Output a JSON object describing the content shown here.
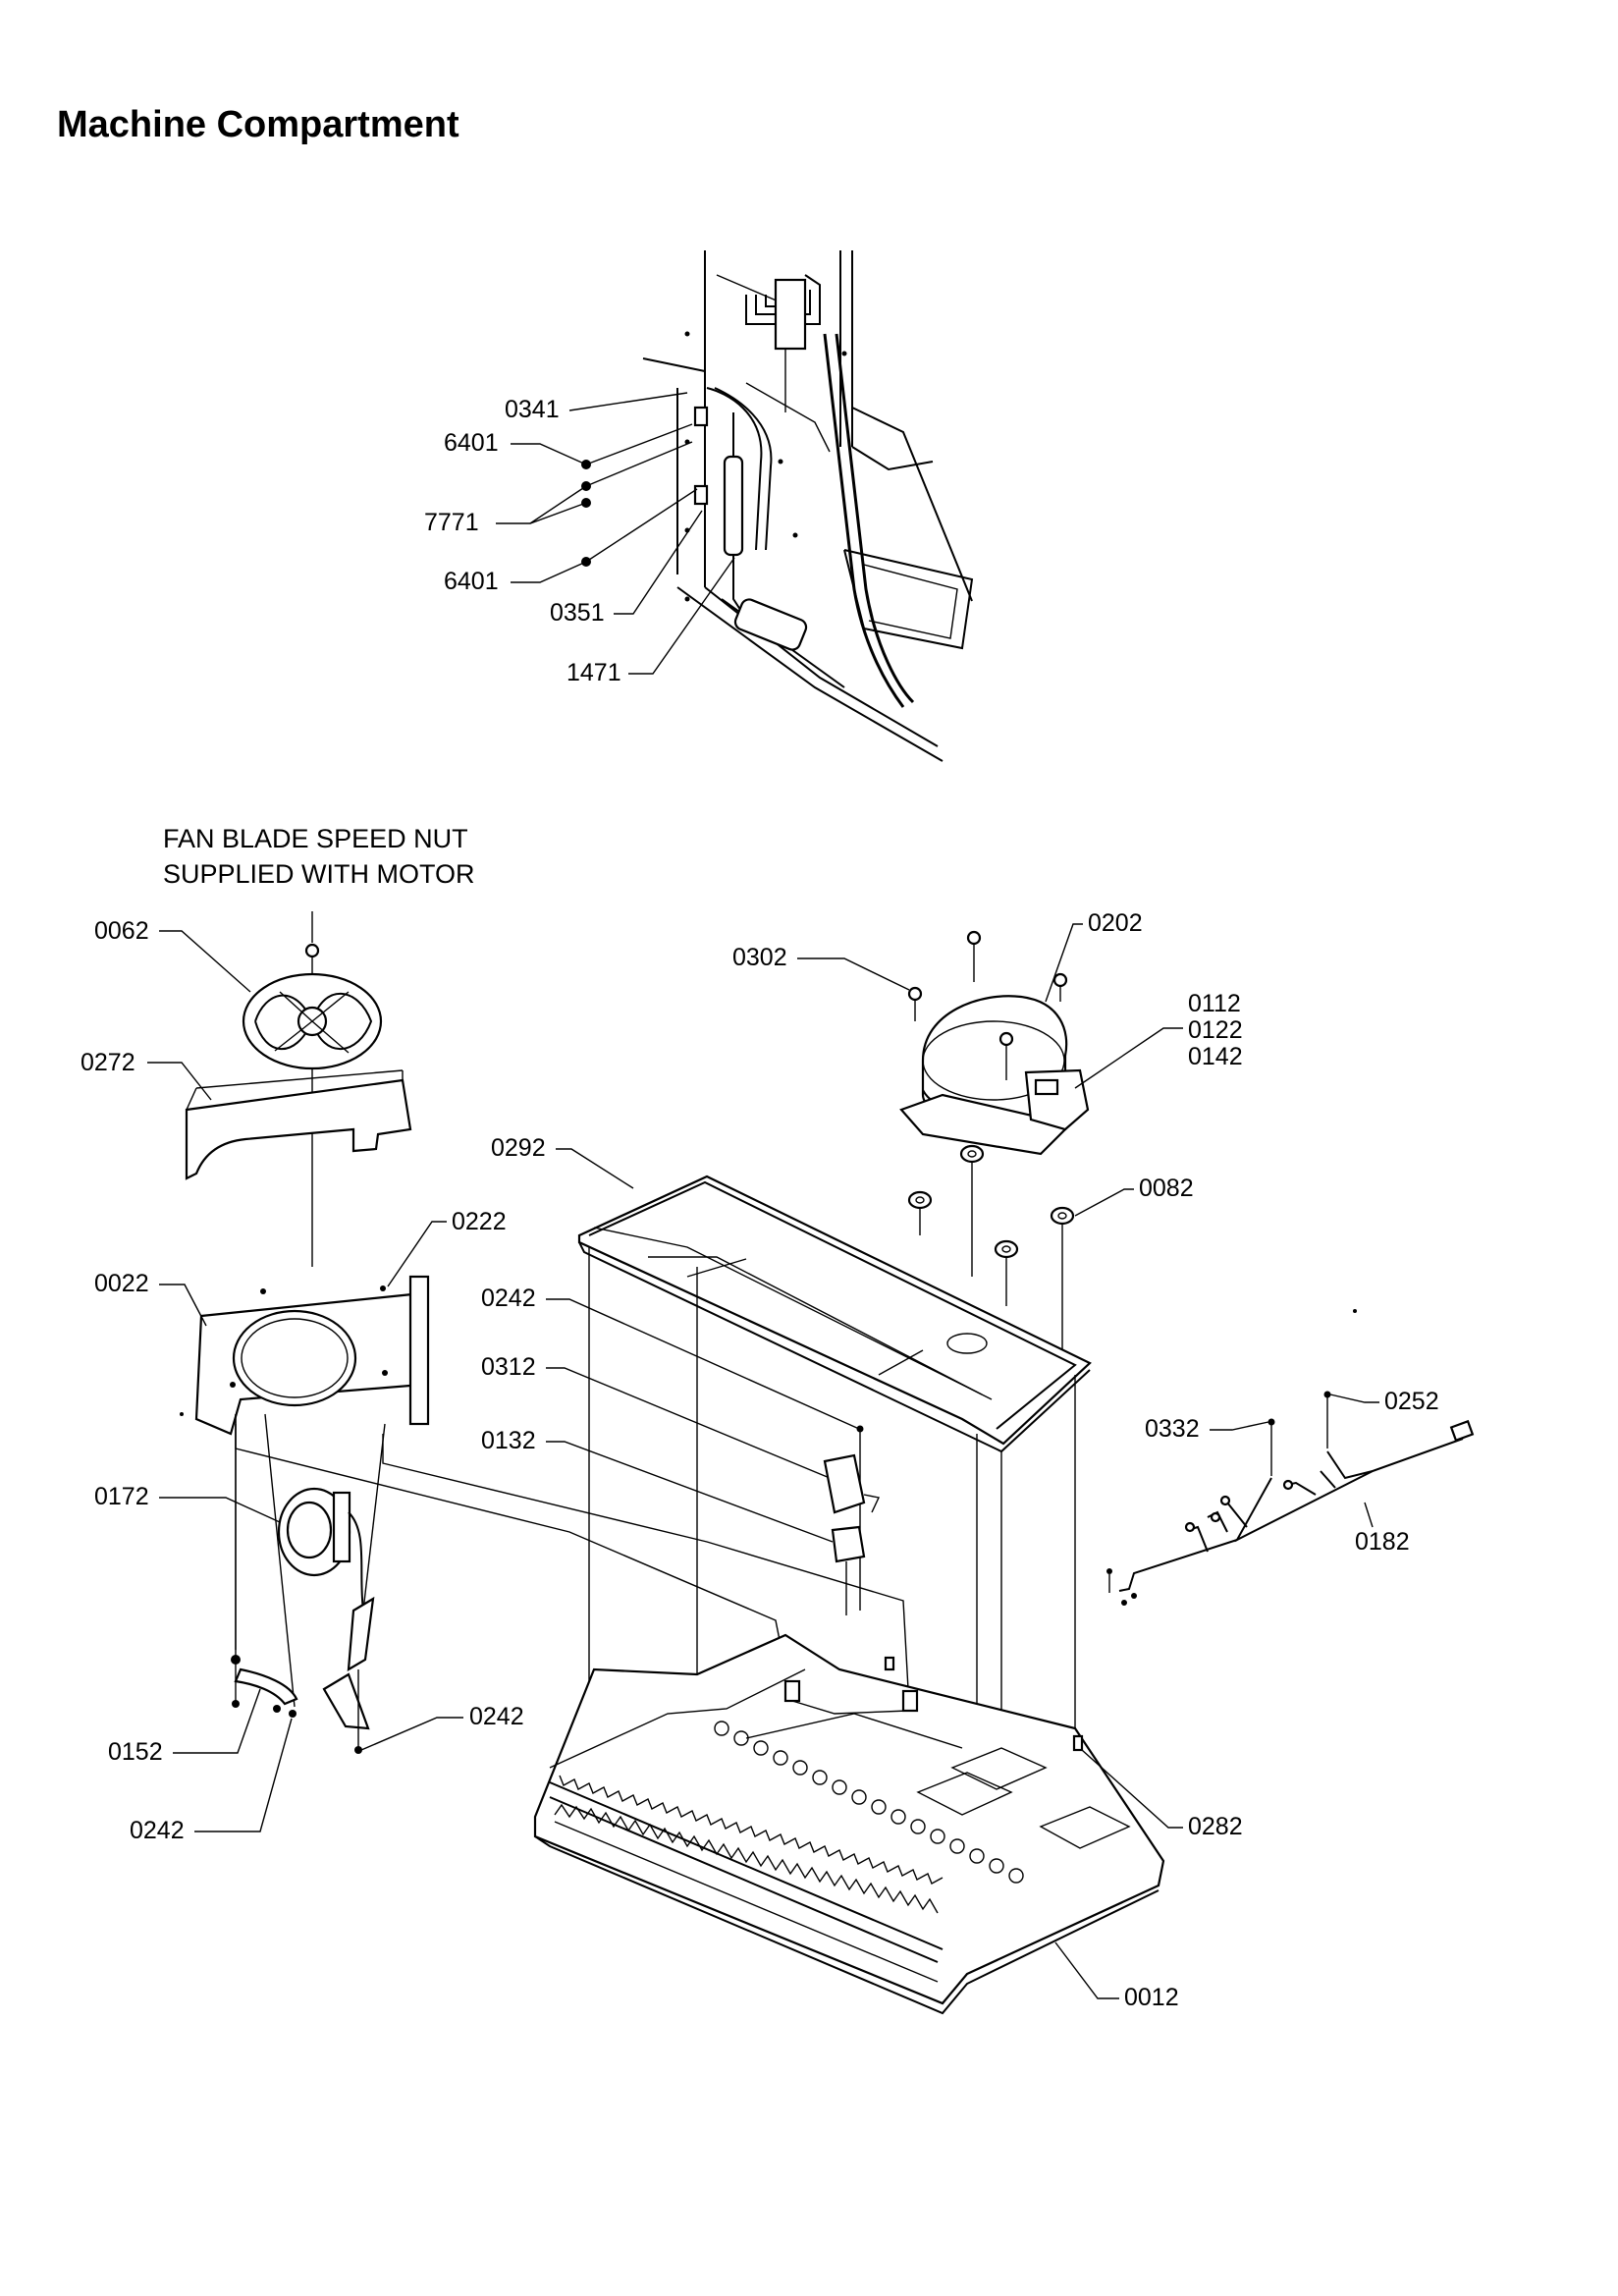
{
  "title": "Machine Compartment",
  "note": {
    "line1": "FAN BLADE SPEED NUT",
    "line2": "SUPPLIED WITH MOTOR"
  },
  "callouts": {
    "c0341": "0341",
    "c6401a": "6401",
    "c7771": "7771",
    "c6401b": "6401",
    "c0351": "0351",
    "c1471": "1471",
    "c0062": "0062",
    "c0272": "0272",
    "c0022": "0022",
    "c0222": "0222",
    "c0172": "0172",
    "c0152": "0152",
    "c0242a": "0242",
    "c0242b": "0242",
    "c0242c": "0242",
    "c0292": "0292",
    "c0312": "0312",
    "c0132": "0132",
    "c0302": "0302",
    "c0202": "0202",
    "c0112": "0112",
    "c0122": "0122",
    "c0142": "0142",
    "c0082": "0082",
    "c0332": "0332",
    "c0252": "0252",
    "c0182": "0182",
    "c0282": "0282",
    "c0012": "0012"
  }
}
